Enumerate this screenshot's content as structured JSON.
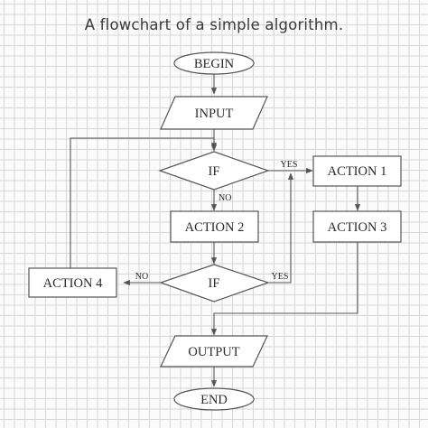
{
  "title": "A flowchart of a simple algorithm.",
  "nodes": {
    "begin": "BEGIN",
    "input": "INPUT",
    "if1": "IF",
    "action1": "ACTION 1",
    "action2": "ACTION 2",
    "action3": "ACTION 3",
    "if2": "IF",
    "action4": "ACTION 4",
    "output": "OUTPUT",
    "end": "END"
  },
  "edge_labels": {
    "if1_yes": "YES",
    "if1_no": "NO",
    "if2_yes": "YES",
    "if2_no": "NO"
  },
  "colors": {
    "line": "#555555",
    "grid": "#d7d7d7"
  }
}
